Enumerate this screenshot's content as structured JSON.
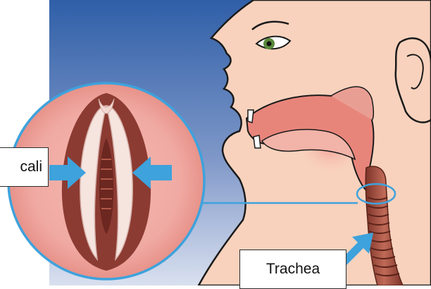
{
  "labels": {
    "vocal_cords": "cali",
    "trachea": "Trachea"
  },
  "colors": {
    "background_top": "#3b6fb6",
    "background_bottom": "#c9d5ea",
    "skin": "#f8d2bd",
    "skin_outline": "#1a1a1a",
    "airway": "#e8857b",
    "trachea": "#a8564a",
    "pointer_arrow": "#3ea2dc",
    "magnifier_ring": "#3ea2dc"
  },
  "icons": {
    "pointer": "arrow-icon",
    "zoom": "magnifier-circle"
  }
}
